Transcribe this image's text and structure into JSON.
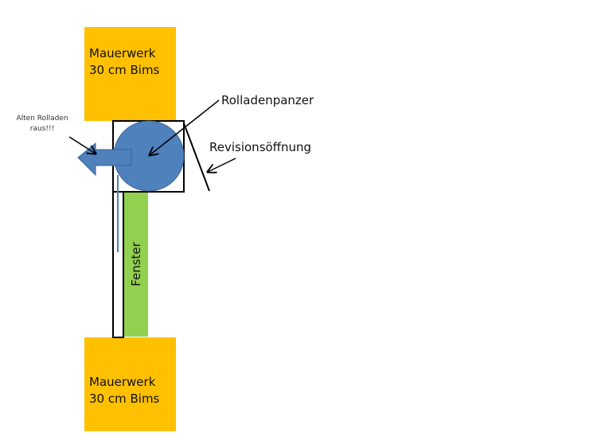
{
  "wall_top": {
    "line1": "Mauerwerk",
    "line2": "30 cm Bims"
  },
  "wall_bottom": {
    "line1": "Mauerwerk",
    "line2": "30 cm Bims"
  },
  "labels": {
    "shutter": "Rolladenpanzer",
    "revision": "Revisionsöffnung",
    "remove_line1": "Alten Rolladen",
    "remove_line2": "raus!!!",
    "window": "Fenster"
  },
  "colors": {
    "wall": "#FFC000",
    "shutter": "#4F81BD",
    "window": "#92D050",
    "line": "#000000"
  }
}
